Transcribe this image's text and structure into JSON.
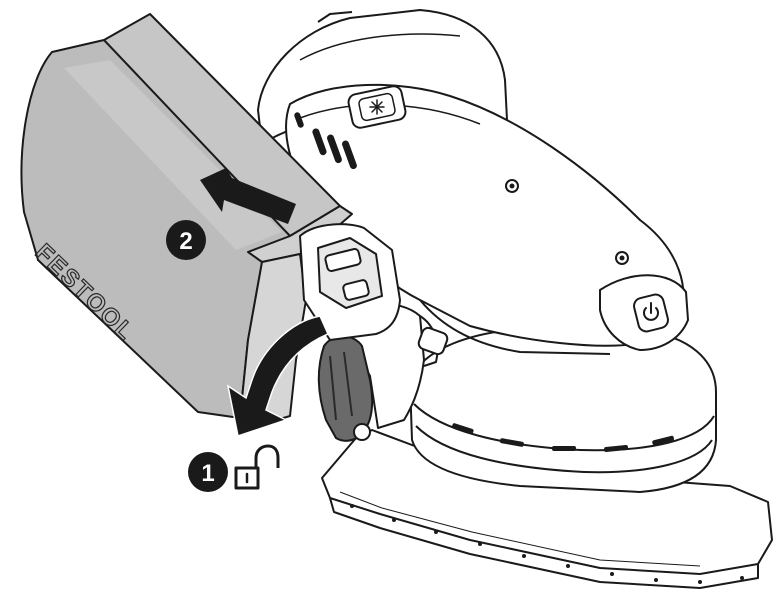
{
  "brand_text": "FESTOOL",
  "steps": [
    {
      "number": "1",
      "icon": "unlock-icon"
    },
    {
      "number": "2",
      "icon": "arrow-left-icon"
    }
  ],
  "colors": {
    "bag_fill": "#bcbcbc",
    "bag_side": "#d0d0d0",
    "bag_top": "#c6c6c6",
    "outline": "#1a1a1a",
    "badge": "#1a1a1a"
  }
}
